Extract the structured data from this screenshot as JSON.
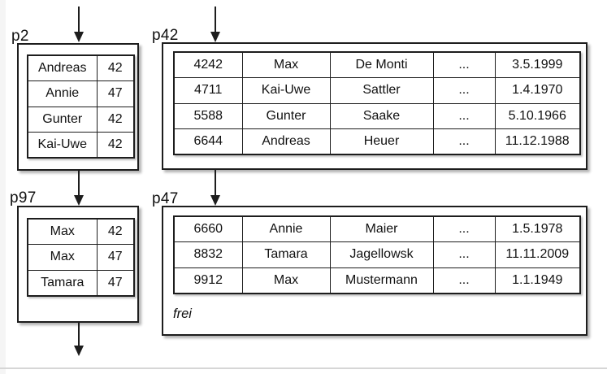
{
  "diagram": {
    "description_colors": {
      "line": "#1d1d1d",
      "text": "#111111",
      "background": "#ffffff"
    },
    "icons": {
      "arrow_down": "css-triangle-down"
    }
  },
  "pages": {
    "p2": {
      "label": "p2",
      "rows": [
        [
          "Andreas",
          "42"
        ],
        [
          "Annie",
          "47"
        ],
        [
          "Gunter",
          "42"
        ],
        [
          "Kai-Uwe",
          "42"
        ]
      ]
    },
    "p42": {
      "label": "p42",
      "rows": [
        [
          "4242",
          "Max",
          "De Monti",
          "...",
          "3.5.1999"
        ],
        [
          "4711",
          "Kai-Uwe",
          "Sattler",
          "...",
          "1.4.1970"
        ],
        [
          "5588",
          "Gunter",
          "Saake",
          "...",
          "5.10.1966"
        ],
        [
          "6644",
          "Andreas",
          "Heuer",
          "...",
          "11.12.1988"
        ]
      ]
    },
    "p97": {
      "label": "p97",
      "rows": [
        [
          "Max",
          "42"
        ],
        [
          "Max",
          "47"
        ],
        [
          "Tamara",
          "47"
        ]
      ]
    },
    "p47": {
      "label": "p47",
      "rows": [
        [
          "6660",
          "Annie",
          "Maier",
          "...",
          "1.5.1978"
        ],
        [
          "8832",
          "Tamara",
          "Jagellowsk",
          "...",
          "11.11.2009"
        ],
        [
          "9912",
          "Max",
          "Mustermann",
          "...",
          "1.1.1949"
        ]
      ],
      "free_label": "frei"
    }
  }
}
